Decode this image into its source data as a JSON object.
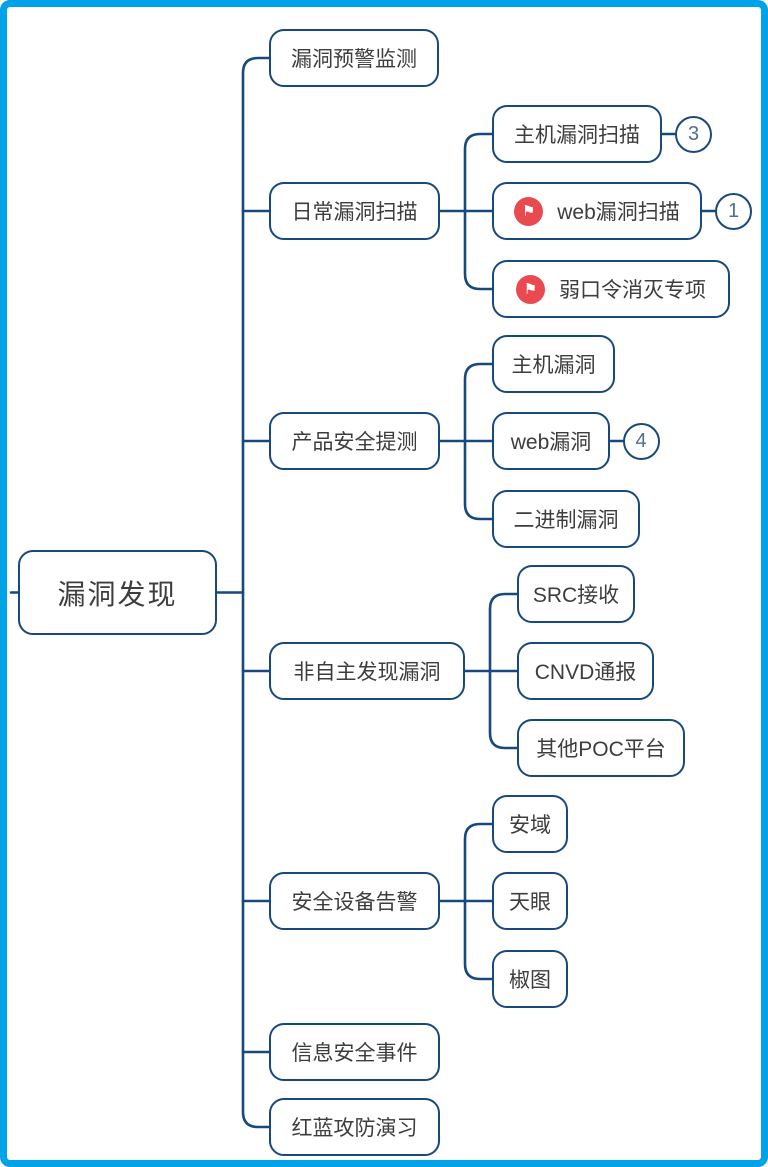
{
  "colors": {
    "frame": "#00a3e8",
    "line": "#17497e",
    "text": "#3d3d3d",
    "badge_text": "#4e6f92",
    "flag_red": "#e84a50",
    "node_bg": "#ffffff"
  },
  "icons": {
    "flag_glyph": "⚑"
  },
  "root": {
    "label": "漏洞发现"
  },
  "branches": [
    {
      "label": "漏洞预警监测"
    },
    {
      "label": "日常漏洞扫描",
      "children": [
        {
          "label": "主机漏洞扫描",
          "badge": "3"
        },
        {
          "label": "web漏洞扫描",
          "flag": true,
          "badge": "1"
        },
        {
          "label": "弱口令消灭专项",
          "flag": true
        }
      ]
    },
    {
      "label": "产品安全提测",
      "children": [
        {
          "label": "主机漏洞"
        },
        {
          "label": "web漏洞",
          "badge": "4"
        },
        {
          "label": "二进制漏洞"
        }
      ]
    },
    {
      "label": "非自主发现漏洞",
      "children": [
        {
          "label": "SRC接收"
        },
        {
          "label": "CNVD通报"
        },
        {
          "label": "其他POC平台"
        }
      ]
    },
    {
      "label": "安全设备告警",
      "children": [
        {
          "label": "安域"
        },
        {
          "label": "天眼"
        },
        {
          "label": "椒图"
        }
      ]
    },
    {
      "label": "信息安全事件"
    },
    {
      "label": "红蓝攻防演习"
    }
  ]
}
